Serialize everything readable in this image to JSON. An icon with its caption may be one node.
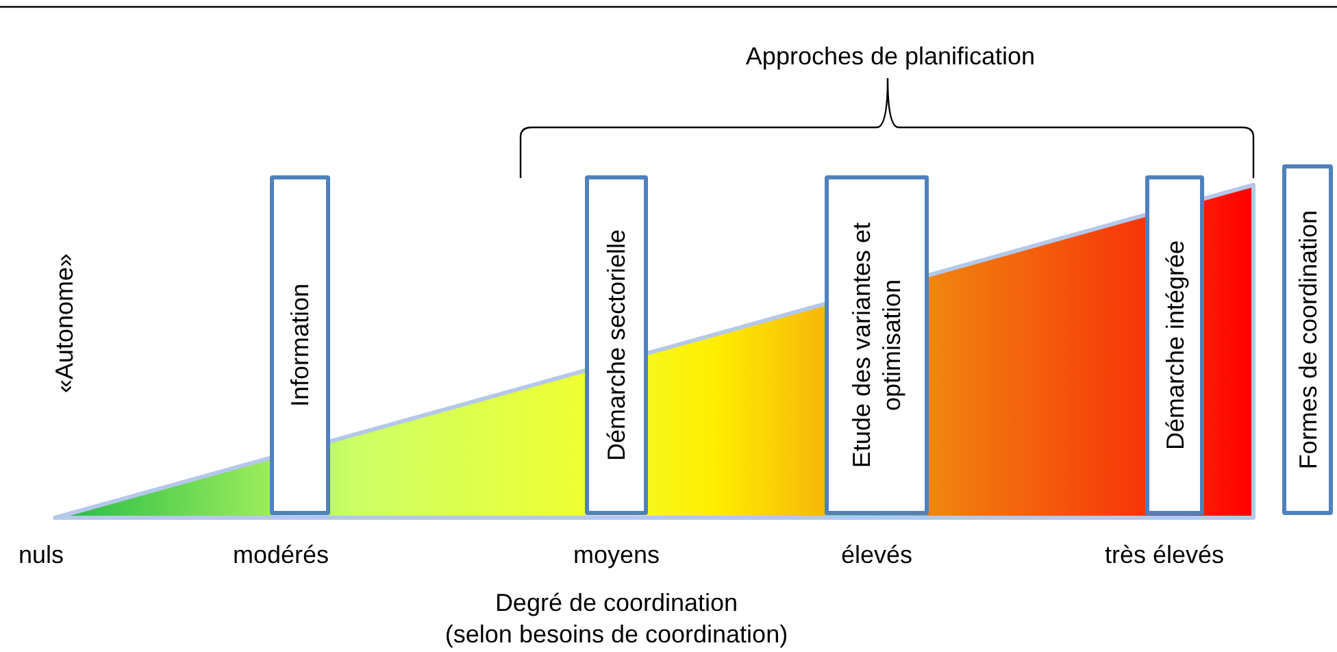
{
  "diagram": {
    "nodes": [
      {
        "text": [
          "Information"
        ]
      },
      {
        "text": [
          "Démarche sectorielle"
        ]
      },
      {
        "text": [
          "Etude des variantes et optimisation"
        ]
      },
      {
        "text": [
          "Démarche intégrée"
        ]
      },
      {
        "text": [
          "Formes de coordination"
        ]
      }
    ],
    "labels": [
      "Approches de planification",
      "«Autonome»",
      "nuls",
      "modérés",
      "moyens",
      "élevés",
      "très élevés",
      "Degré de coordination",
      "(selon besoins de coordination)"
    ]
  }
}
